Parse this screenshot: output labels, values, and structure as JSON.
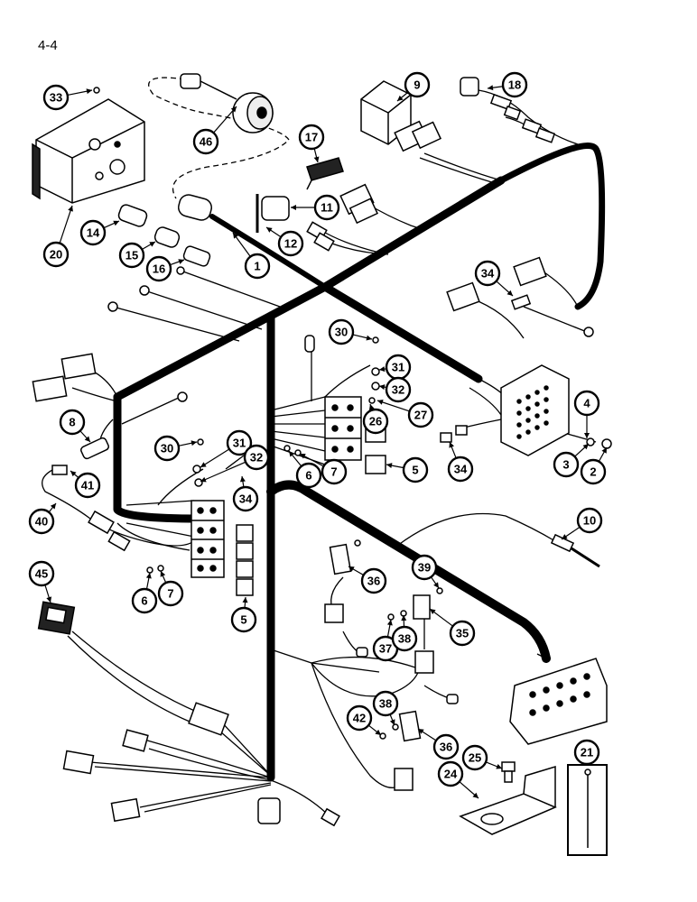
{
  "page": {
    "label": "4-4"
  },
  "callouts": [
    {
      "id": "33",
      "name": "callout-33"
    },
    {
      "id": "20",
      "name": "callout-20"
    },
    {
      "id": "46",
      "name": "callout-46"
    },
    {
      "id": "9",
      "name": "callout-9"
    },
    {
      "id": "18",
      "name": "callout-18"
    },
    {
      "id": "17",
      "name": "callout-17"
    },
    {
      "id": "11",
      "name": "callout-11"
    },
    {
      "id": "12",
      "name": "callout-12"
    },
    {
      "id": "14",
      "name": "callout-14"
    },
    {
      "id": "15",
      "name": "callout-15"
    },
    {
      "id": "16",
      "name": "callout-16"
    },
    {
      "id": "1",
      "name": "callout-1"
    },
    {
      "id": "34",
      "name": "callout-34-upper"
    },
    {
      "id": "30",
      "name": "callout-30-upper"
    },
    {
      "id": "31",
      "name": "callout-31-upper"
    },
    {
      "id": "32",
      "name": "callout-32-upper"
    },
    {
      "id": "26",
      "name": "callout-26"
    },
    {
      "id": "27",
      "name": "callout-27"
    },
    {
      "id": "4",
      "name": "callout-4"
    },
    {
      "id": "3",
      "name": "callout-3"
    },
    {
      "id": "2",
      "name": "callout-2"
    },
    {
      "id": "8",
      "name": "callout-8"
    },
    {
      "id": "30",
      "name": "callout-30-lower"
    },
    {
      "id": "31",
      "name": "callout-31-lower"
    },
    {
      "id": "32",
      "name": "callout-32-lower"
    },
    {
      "id": "6",
      "name": "callout-6-upper"
    },
    {
      "id": "7",
      "name": "callout-7-upper"
    },
    {
      "id": "5",
      "name": "callout-5-upper"
    },
    {
      "id": "34",
      "name": "callout-34-lower"
    },
    {
      "id": "34",
      "name": "callout-34-mid"
    },
    {
      "id": "41",
      "name": "callout-41"
    },
    {
      "id": "40",
      "name": "callout-40"
    },
    {
      "id": "10",
      "name": "callout-10"
    },
    {
      "id": "45",
      "name": "callout-45"
    },
    {
      "id": "6",
      "name": "callout-6-lower"
    },
    {
      "id": "7",
      "name": "callout-7-lower"
    },
    {
      "id": "5",
      "name": "callout-5-lower"
    },
    {
      "id": "36",
      "name": "callout-36-upper"
    },
    {
      "id": "39",
      "name": "callout-39"
    },
    {
      "id": "35",
      "name": "callout-35"
    },
    {
      "id": "37",
      "name": "callout-37"
    },
    {
      "id": "38",
      "name": "callout-38-upper"
    },
    {
      "id": "42",
      "name": "callout-42"
    },
    {
      "id": "38",
      "name": "callout-38-lower"
    },
    {
      "id": "36",
      "name": "callout-36-lower"
    },
    {
      "id": "25",
      "name": "callout-25"
    },
    {
      "id": "21",
      "name": "callout-21"
    },
    {
      "id": "24",
      "name": "callout-24"
    }
  ]
}
